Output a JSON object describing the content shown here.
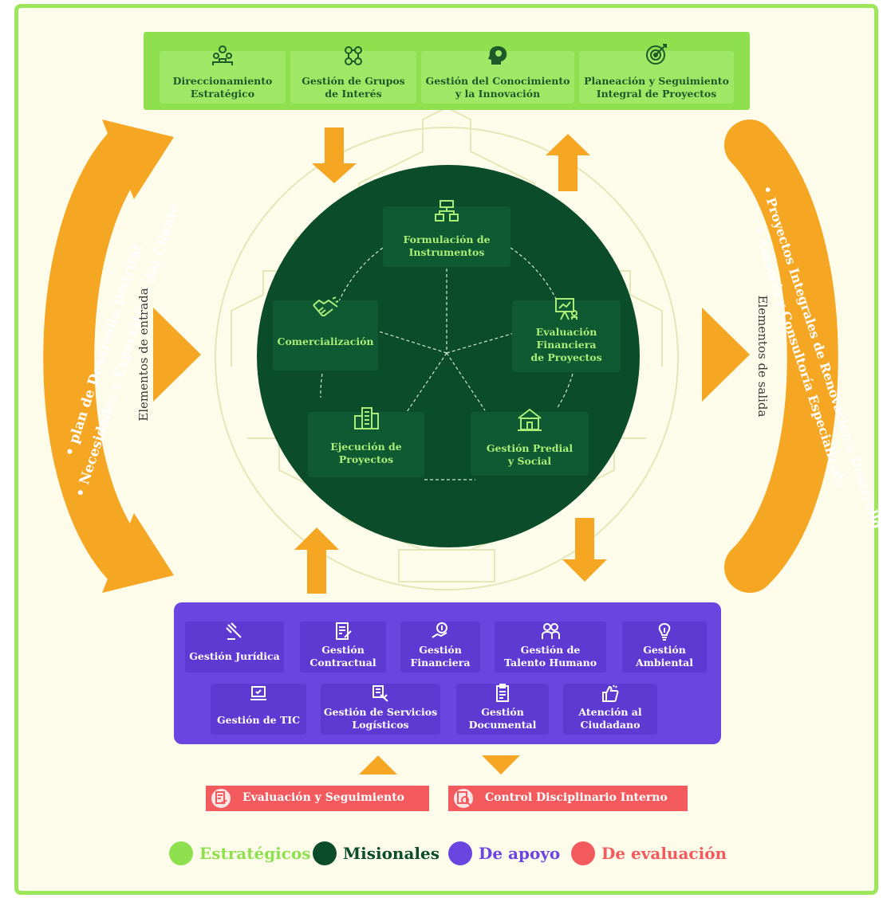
{
  "colors": {
    "strategic": "#8ee04f",
    "mission": "#0b4d2a",
    "support": "#6a45e0",
    "evaluation": "#f25a5e",
    "flow_arrow": "#f5a623"
  },
  "strategic": {
    "items": [
      {
        "label_line1": "Direccionamiento",
        "label_line2": "Estratégico",
        "icon": "people-network-icon"
      },
      {
        "label_line1": "Gestión de Grupos",
        "label_line2": "de Interés",
        "icon": "group-network-icon"
      },
      {
        "label_line1": "Gestión del Conocimiento",
        "label_line2": "y la Innovación",
        "icon": "brain-head-icon"
      },
      {
        "label_line1": "Planeación y Seguimiento",
        "label_line2": "Integral de Proyectos",
        "icon": "target-icon"
      }
    ]
  },
  "mission": {
    "items": [
      {
        "label_line1": "Formulación de",
        "label_line2": "Instrumentos",
        "label_line3": "",
        "icon": "flowchart-icon"
      },
      {
        "label_line1": "Evaluación",
        "label_line2": "Financiera",
        "label_line3": "de Proyectos",
        "icon": "presentation-icon"
      },
      {
        "label_line1": "Gestión Predial",
        "label_line2": "y Social",
        "label_line3": "",
        "icon": "house-icon"
      },
      {
        "label_line1": "Ejecución de",
        "label_line2": "Proyectos",
        "label_line3": "",
        "icon": "buildings-icon"
      },
      {
        "label_line1": "Comercialización",
        "label_line2": "",
        "label_line3": "",
        "icon": "handshake-icon"
      }
    ]
  },
  "support": {
    "row1": [
      {
        "label_line1": "Gestión Jurídica",
        "label_line2": "",
        "icon": "gavel-icon"
      },
      {
        "label_line1": "Gestión",
        "label_line2": "Contractual",
        "icon": "contract-icon"
      },
      {
        "label_line1": "Gestión",
        "label_line2": "Financiera",
        "icon": "finance-icon"
      },
      {
        "label_line1": "Gestión de",
        "label_line2": "Talento Humano",
        "icon": "people-icon"
      },
      {
        "label_line1": "Gestión",
        "label_line2": "Ambiental",
        "icon": "lightbulb-leaf-icon"
      }
    ],
    "row2": [
      {
        "label_line1": "Gestión de TIC",
        "label_line2": "",
        "icon": "laptop-icon"
      },
      {
        "label_line1": "Gestión de Servicios",
        "label_line2": "Logísticos",
        "icon": "logistics-icon"
      },
      {
        "label_line1": "Gestión",
        "label_line2": "Documental",
        "icon": "clipboard-icon"
      },
      {
        "label_line1": "Atención al",
        "label_line2": "Ciudadano",
        "icon": "thumbs-up-icon"
      }
    ]
  },
  "evaluation": [
    {
      "label": "Evaluación y Seguimiento",
      "icon": "document-check-icon"
    },
    {
      "label": "Control Disciplinario Interno",
      "icon": "magnifier-document-icon"
    }
  ],
  "inputs": {
    "heading": "Elementos de entrada",
    "line1": "• plan de Desarrollo Distrital",
    "line2": "• Necesidades y Expectativas del Cliente"
  },
  "outputs": {
    "heading": "Elementos de salida",
    "line1": "• Proyectos Integrales de Renovación y Desarrollo",
    "line2": "• Asesoría y Consultoría Especializada"
  },
  "legend": [
    {
      "label": "Estratégicos",
      "color": "#8ee04f",
      "text_color": "#8ee04f"
    },
    {
      "label": "Misionales",
      "color": "#0b4d2a",
      "text_color": "#0b4d2a"
    },
    {
      "label": "De apoyo",
      "color": "#6a45e0",
      "text_color": "#6a45e0"
    },
    {
      "label": "De evaluación",
      "color": "#f25a5e",
      "text_color": "#f25a5e"
    }
  ]
}
